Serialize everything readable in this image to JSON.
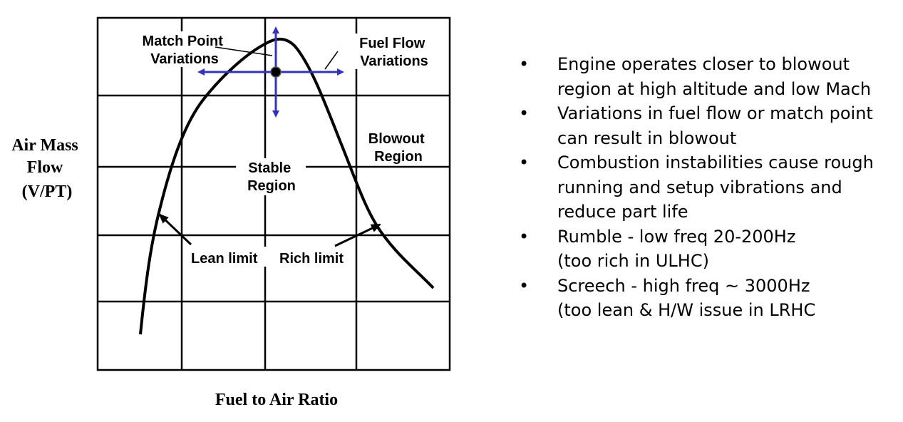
{
  "diagram": {
    "y_axis_label": [
      "Air Mass",
      "Flow",
      "(V/PT)"
    ],
    "x_axis_label": "Fuel to Air Ratio",
    "labels": {
      "match_point": [
        "Match Point",
        "Variations"
      ],
      "fuel_flow": [
        "Fuel Flow",
        "Variations"
      ],
      "blowout": [
        "Blowout",
        "Region"
      ],
      "stable": [
        "Stable",
        "Region"
      ],
      "lean_limit": "Lean limit",
      "rich_limit": "Rich limit"
    },
    "colors": {
      "arrows": "#3333bb",
      "curve": "#000000",
      "grid": "#000000"
    }
  },
  "bullets": [
    {
      "symbol": "•",
      "lines": [
        "Engine operates closer to blowout",
        "region at high altitude and low Mach"
      ]
    },
    {
      "symbol": "•",
      "lines": [
        "Variations in fuel flow or match point",
        "can result in blowout"
      ]
    },
    {
      "symbol": "•",
      "lines": [
        "Combustion instabilities cause rough",
        "running and setup vibrations and",
        "reduce part life"
      ]
    },
    {
      "symbol": "•",
      "lines": [
        "Rumble - low freq 20-200Hz",
        "(too rich in ULHC)"
      ]
    },
    {
      "symbol": "•",
      "lines": [
        "Screech - high freq ~ 3000Hz",
        "(too lean & H/W issue in LRHC"
      ]
    }
  ]
}
